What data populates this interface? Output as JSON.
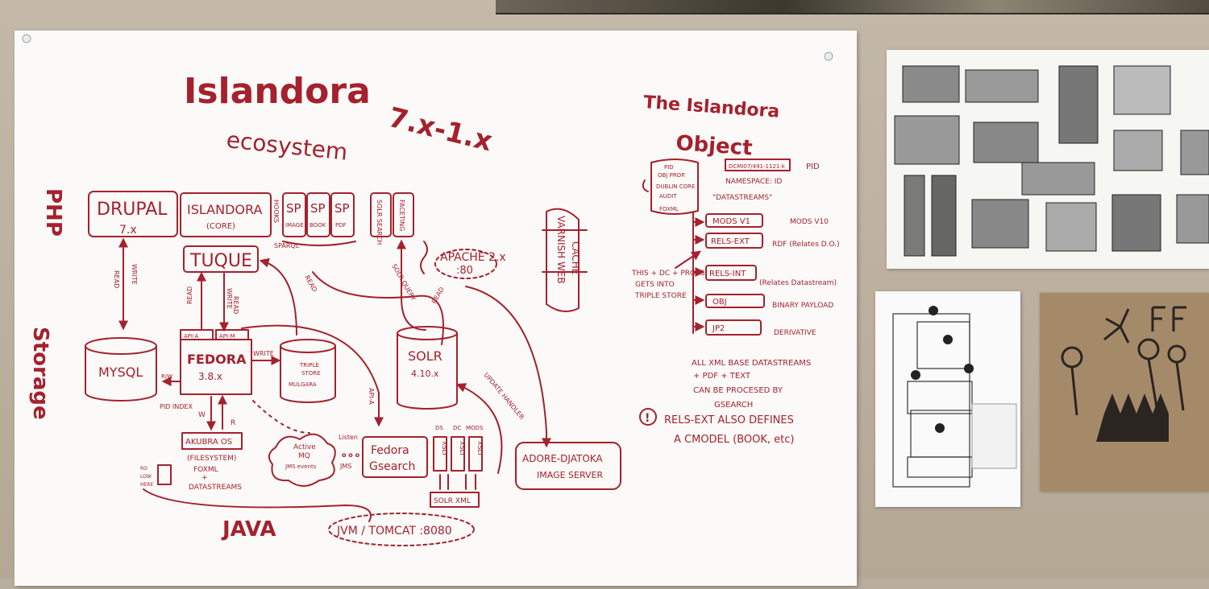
{
  "title": {
    "main": "Islandora",
    "sub": "ecosystem",
    "version": "7.x-1.x"
  },
  "side_labels": {
    "php": "PHP",
    "storage": "Storage",
    "java": "JAVA"
  },
  "php_layer": {
    "drupal": {
      "name": "DRUPAL",
      "version": "7.x"
    },
    "islandora": {
      "name": "ISLANDORA",
      "note": "(CORE)"
    },
    "hooks": "HOOKS",
    "solution_packs": [
      {
        "label": "SP",
        "sub": "IMAGE"
      },
      {
        "label": "SP",
        "sub": "BOOK"
      },
      {
        "label": "SP",
        "sub": "PDF"
      }
    ],
    "solr_modules": [
      {
        "label": "SOLR SEARCH"
      },
      {
        "label": "FACETING"
      }
    ],
    "tuque": "TUQUE",
    "apache": {
      "name": "APACHE 2.x",
      "port": ":80"
    },
    "varnish": {
      "name": "VARNISH WEB",
      "sub": "CACHE"
    }
  },
  "edge_labels": {
    "read1": "READ",
    "write1": "WRITE",
    "read2": "READ",
    "write2": "WRITE",
    "read3": "READ",
    "sparql": "SPARQL",
    "read4": "READ",
    "solr_query": "SOLR QUERY",
    "read5": "READ",
    "write3": "WRITE",
    "api_a": "API-A",
    "update_handler": "UPDATE HANDLER",
    "rw": "R/W",
    "pid_index": "PID INDEX",
    "w": "W",
    "r": "R",
    "listen": "Listen",
    "jms": "JMS"
  },
  "storage": {
    "mysql": "MYSQL",
    "fedora": {
      "name": "FEDORA",
      "version": "3.8.x",
      "api_a": "API-A",
      "api_m": "API-M"
    },
    "triplestore": {
      "line1": "TRIPLE",
      "line2": "STORE",
      "line3": "MULGARA"
    },
    "solr": {
      "name": "SOLR",
      "version": "4.10.x"
    },
    "akubra": {
      "name": "AKUBRA OS",
      "note": "(FILESYSTEM)"
    },
    "akubra_content": {
      "line1": "FOXML",
      "line2": "+",
      "line3": "DATASTREAMS"
    },
    "legend": [
      "RO",
      "LOW",
      "HERE"
    ]
  },
  "java_layer": {
    "activemq": {
      "line1": "Active",
      "line2": "MQ",
      "line3": "JMS events"
    },
    "gsearch": {
      "line1": "Fedora",
      "line2": "Gsearch"
    },
    "xslts": [
      {
        "label": "XSLT",
        "top": "DS"
      },
      {
        "label": "XSLT",
        "top": "DC"
      },
      {
        "label": "XSLT",
        "top": "MODS"
      }
    ],
    "solr_xml": "SOLR XML",
    "adore": {
      "line1": "ADORE-DJATOKA",
      "line2": "IMAGE SERVER"
    },
    "jvm": "JVM / TOMCAT :8080"
  },
  "object": {
    "title_line1": "The Islandora",
    "title_line2": "Object",
    "header": {
      "line1": "PID",
      "line2": "OBJ PROP.",
      "line3": "DUBLIN CORE",
      "line4": "AUDIT",
      "line5": "FOXML"
    },
    "pid_box": "DCMI07/491-1121-k",
    "pid_label": "PID",
    "namespace": "NAMESPACE: ID",
    "datastreams_label": "\"DATASTREAMS\"",
    "datastreams": [
      {
        "label": "MODS V1",
        "note": "MODS V10"
      },
      {
        "label": "RELS-EXT",
        "note": "RDF (Relates D.O.)"
      },
      {
        "label": "RELS-INT",
        "note": "(Relates Datastream)"
      },
      {
        "label": "OBJ",
        "note": "BINARY PAYLOAD"
      },
      {
        "label": "JP2",
        "note": "DERIVATIVE"
      }
    ],
    "triplestore_note": {
      "line1": "THIS + DC + PROPS",
      "line2": "GETS INTO",
      "line3": "TRIPLE STORE"
    },
    "xml_note": {
      "line1": "ALL XML BASE DATASTREAMS",
      "line2": "+ PDF + TEXT",
      "line3": "CAN BE PROCESED BY",
      "line4": "GSEARCH"
    },
    "cmodel_note": {
      "bang": "!",
      "line1": "RELS-EXT ALSO DEFINES",
      "line2": "A CMODEL (BOOK, etc)"
    }
  },
  "colors": {
    "ink": "#a4212d",
    "paper": "#fbfaf8",
    "wall": "#b9ad9d"
  }
}
